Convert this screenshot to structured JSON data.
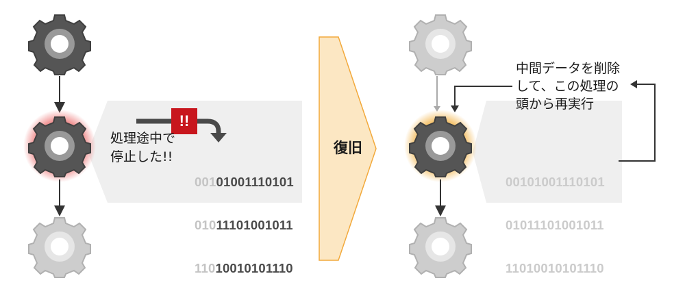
{
  "left": {
    "message": "処理途中で\n停止した!!",
    "warning_badge": "!!",
    "data_lines": [
      {
        "dim": "001",
        "dark": "01001110101"
      },
      {
        "dim": "010",
        "dark": "11101001011"
      },
      {
        "dim": "110",
        "dark": "10010101110"
      }
    ]
  },
  "center": {
    "label": "復旧"
  },
  "right": {
    "note": "中間データを削除\nして、この処理の\n頭から再実行",
    "data_lines": [
      "00101001110101",
      "01011101001011",
      "11010010101110"
    ]
  },
  "colors": {
    "gear_dark": "#555555",
    "gear_light": "#c8c8c8",
    "error_glow": "#f08a8a",
    "recover_glow": "#f5c26b",
    "panel": "#efefef",
    "arrow_fill": "#fce7c3",
    "arrow_stroke": "#f2a93b",
    "warning": "#c8161d"
  }
}
